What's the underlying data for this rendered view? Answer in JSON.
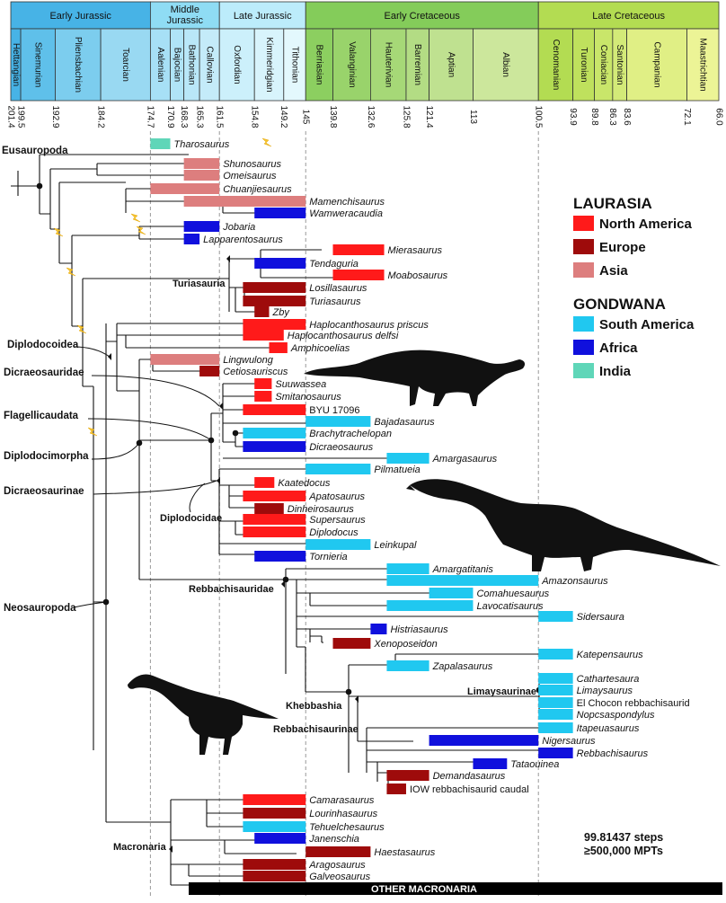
{
  "epochs": [
    {
      "name": "Early Jurassic",
      "start": 201.4,
      "end": 174.7,
      "color": "#47b3e6"
    },
    {
      "name": "Middle Jurassic",
      "start": 174.7,
      "end": 161.5,
      "color": "#8fdcf4"
    },
    {
      "name": "Late Jurassic",
      "start": 161.5,
      "end": 145,
      "color": "#bcecfb"
    },
    {
      "name": "Early Cretaceous",
      "start": 145,
      "end": 100.5,
      "color": "#84cc5a"
    },
    {
      "name": "Late Cretaceous",
      "start": 100.5,
      "end": 66.0,
      "color": "#b3dc52"
    }
  ],
  "stages": [
    {
      "name": "Hettangian",
      "start": 201.4,
      "end": 199.5,
      "color": "#47b3e6"
    },
    {
      "name": "Sinemurian",
      "start": 199.5,
      "end": 192.9,
      "color": "#5fc0ea"
    },
    {
      "name": "Pliensbachian",
      "start": 192.9,
      "end": 184.2,
      "color": "#7ccdee"
    },
    {
      "name": "Toarcian",
      "start": 184.2,
      "end": 174.7,
      "color": "#99d9f2"
    },
    {
      "name": "Aalenian",
      "start": 174.7,
      "end": 170.9,
      "color": "#a7e0f6"
    },
    {
      "name": "Bajocian",
      "start": 170.9,
      "end": 168.3,
      "color": "#b0e4f7"
    },
    {
      "name": "Bathonian",
      "start": 168.3,
      "end": 165.3,
      "color": "#b9e7f8"
    },
    {
      "name": "Callovian",
      "start": 165.3,
      "end": 161.5,
      "color": "#c4ebf9"
    },
    {
      "name": "Oxfordian",
      "start": 161.5,
      "end": 154.8,
      "color": "#ccf0fb"
    },
    {
      "name": "Kimmeridgian",
      "start": 154.8,
      "end": 149.2,
      "color": "#d8f4fc"
    },
    {
      "name": "Tithonian",
      "start": 149.2,
      "end": 145,
      "color": "#e3f8fd"
    },
    {
      "name": "Berriasian",
      "start": 145,
      "end": 139.8,
      "color": "#8ccf60"
    },
    {
      "name": "Valanginian",
      "start": 139.8,
      "end": 132.6,
      "color": "#99d36b"
    },
    {
      "name": "Hauterivian",
      "start": 132.6,
      "end": 125.8,
      "color": "#a6d877"
    },
    {
      "name": "Barremian",
      "start": 125.8,
      "end": 121.4,
      "color": "#b3dc84"
    },
    {
      "name": "Aptian",
      "start": 121.4,
      "end": 113,
      "color": "#bfe190"
    },
    {
      "name": "Albian",
      "start": 113,
      "end": 100.5,
      "color": "#cce79c"
    },
    {
      "name": "Cenomanian",
      "start": 100.5,
      "end": 93.9,
      "color": "#b3dc52"
    },
    {
      "name": "Turonian",
      "start": 93.9,
      "end": 89.8,
      "color": "#bfe15d"
    },
    {
      "name": "Coniacian",
      "start": 89.8,
      "end": 86.3,
      "color": "#c9e66a"
    },
    {
      "name": "Santonian",
      "start": 86.3,
      "end": 83.6,
      "color": "#d3ea78"
    },
    {
      "name": "Campanian",
      "start": 83.6,
      "end": 72.1,
      "color": "#e0ef85"
    },
    {
      "name": "Maastrichtian",
      "start": 72.1,
      "end": 66.0,
      "color": "#ecf496"
    }
  ],
  "tick_labels": [
    "201.4",
    "199.5",
    "192.9",
    "184.2",
    "174.7",
    "170.9",
    "168.3",
    "165.3",
    "161.5",
    "154.8",
    "149.2",
    "145",
    "139.8",
    "132.6",
    "125.8",
    "121.4",
    "113",
    "100.5",
    "93.9",
    "89.8",
    "86.3",
    "83.6",
    "72.1",
    "66.0"
  ],
  "dashed_boundaries": [
    174.7,
    161.5,
    145,
    100.5
  ],
  "region_colors": {
    "north_america": "#ff1a1a",
    "europe": "#9e0b0b",
    "asia": "#dd7e7e",
    "south_america": "#20c8f0",
    "africa": "#1010dd",
    "india": "#5fd6b8"
  },
  "taxa": [
    {
      "name": "Tharosaurus",
      "italic": true,
      "start": 174.7,
      "end": 170.9,
      "region": "india"
    },
    {
      "name": "Shunosaurus",
      "italic": true,
      "start": 168.3,
      "end": 161.5,
      "region": "asia"
    },
    {
      "name": "Omeisaurus",
      "italic": true,
      "start": 168.3,
      "end": 161.5,
      "region": "asia"
    },
    {
      "name": "Chuanjiesaurus",
      "italic": true,
      "start": 174.7,
      "end": 161.5,
      "region": "asia"
    },
    {
      "name": "Mamenchisaurus",
      "italic": true,
      "start": 168.3,
      "end": 145,
      "region": "asia"
    },
    {
      "name": "Wamweracaudia",
      "italic": true,
      "start": 154.8,
      "end": 145,
      "region": "africa"
    },
    {
      "name": "Jobaria",
      "italic": true,
      "start": 168.3,
      "end": 161.5,
      "region": "africa"
    },
    {
      "name": "Lapparentosaurus",
      "italic": true,
      "start": 168.3,
      "end": 165.3,
      "region": "africa"
    },
    {
      "name": "Mierasaurus",
      "italic": true,
      "start": 139.8,
      "end": 130.0,
      "region": "north_america"
    },
    {
      "name": "Tendaguria",
      "italic": true,
      "start": 154.8,
      "end": 145,
      "region": "africa"
    },
    {
      "name": "Moabosaurus",
      "italic": true,
      "start": 139.8,
      "end": 130.0,
      "region": "north_america"
    },
    {
      "name": "Losillasaurus",
      "italic": true,
      "start": 157.0,
      "end": 145,
      "region": "europe"
    },
    {
      "name": "Turiasaurus",
      "italic": true,
      "start": 157.0,
      "end": 145,
      "region": "europe"
    },
    {
      "name": "Zby",
      "italic": true,
      "start": 154.8,
      "end": 152.0,
      "region": "europe"
    },
    {
      "name": "Haplocanthosaurus priscus",
      "italic": true,
      "start": 157.0,
      "end": 145,
      "region": "north_america"
    },
    {
      "name": "Haplocanthosaurus delfsi",
      "italic": true,
      "start": 157.0,
      "end": 149.2,
      "region": "north_america"
    },
    {
      "name": "Amphicoelias",
      "italic": true,
      "start": 152.0,
      "end": 148.5,
      "region": "north_america"
    },
    {
      "name": "Lingwulong",
      "italic": true,
      "start": 174.7,
      "end": 161.5,
      "region": "asia"
    },
    {
      "name": "Cetiosauriscus",
      "italic": true,
      "start": 165.3,
      "end": 161.5,
      "region": "europe"
    },
    {
      "name": "Suuwassea",
      "italic": true,
      "start": 154.8,
      "end": 151.5,
      "region": "north_america"
    },
    {
      "name": "Smitanosaurus",
      "italic": true,
      "start": 154.8,
      "end": 151.5,
      "region": "north_america"
    },
    {
      "name": "BYU 17096",
      "italic": false,
      "start": 157.0,
      "end": 145,
      "region": "north_america"
    },
    {
      "name": "Bajadasaurus",
      "italic": true,
      "start": 145,
      "end": 132.6,
      "region": "south_america"
    },
    {
      "name": "Brachytrachelopan",
      "italic": true,
      "start": 157.0,
      "end": 145,
      "region": "south_america"
    },
    {
      "name": "Dicraeosaurus",
      "italic": true,
      "start": 157.0,
      "end": 145,
      "region": "africa"
    },
    {
      "name": "Amargasaurus",
      "italic": true,
      "start": 129.5,
      "end": 121.4,
      "region": "south_america"
    },
    {
      "name": "Pilmatueia",
      "italic": true,
      "start": 145,
      "end": 132.6,
      "region": "south_america"
    },
    {
      "name": "Kaatedocus",
      "italic": true,
      "start": 154.8,
      "end": 151.0,
      "region": "north_america"
    },
    {
      "name": "Apatosaurus",
      "italic": true,
      "start": 157.0,
      "end": 145,
      "region": "north_america"
    },
    {
      "name": "Dinheirosaurus",
      "italic": true,
      "start": 154.8,
      "end": 149.2,
      "region": "europe"
    },
    {
      "name": "Supersaurus",
      "italic": true,
      "start": 157.0,
      "end": 145,
      "region": "north_america"
    },
    {
      "name": "Diplodocus",
      "italic": true,
      "start": 157.0,
      "end": 145,
      "region": "north_america"
    },
    {
      "name": "Leinkupal",
      "italic": true,
      "start": 145,
      "end": 132.6,
      "region": "south_america"
    },
    {
      "name": "Tornieria",
      "italic": true,
      "start": 154.8,
      "end": 145,
      "region": "africa"
    },
    {
      "name": "Amargatitanis",
      "italic": true,
      "start": 129.5,
      "end": 121.4,
      "region": "south_america"
    },
    {
      "name": "Amazonsaurus",
      "italic": true,
      "start": 129.5,
      "end": 100.5,
      "region": "south_america"
    },
    {
      "name": "Comahuesaurus",
      "italic": true,
      "start": 121.4,
      "end": 113,
      "region": "south_america"
    },
    {
      "name": "Lavocatisaurus",
      "italic": true,
      "start": 129.5,
      "end": 113,
      "region": "south_america"
    },
    {
      "name": "Sidersaura",
      "italic": true,
      "start": 100.5,
      "end": 93.9,
      "region": "south_america"
    },
    {
      "name": "Histriasaurus",
      "italic": true,
      "start": 132.6,
      "end": 129.5,
      "region": "africa"
    },
    {
      "name": "Xenoposeidon",
      "italic": true,
      "start": 139.8,
      "end": 132.6,
      "region": "europe"
    },
    {
      "name": "Katepensaurus",
      "italic": true,
      "start": 100.5,
      "end": 93.9,
      "region": "south_america"
    },
    {
      "name": "Zapalasaurus",
      "italic": true,
      "start": 129.5,
      "end": 121.4,
      "region": "south_america"
    },
    {
      "name": "Cathartesaura",
      "italic": true,
      "start": 100.5,
      "end": 93.9,
      "region": "south_america"
    },
    {
      "name": "Limaysaurus",
      "italic": true,
      "start": 100.5,
      "end": 93.9,
      "region": "south_america"
    },
    {
      "name": "El Chocon rebbachisaurid",
      "italic": false,
      "start": 100.5,
      "end": 93.9,
      "region": "south_america"
    },
    {
      "name": "Nopcsaspondylus",
      "italic": true,
      "start": 100.5,
      "end": 93.9,
      "region": "south_america"
    },
    {
      "name": "Itapeuasaurus",
      "italic": true,
      "start": 100.5,
      "end": 93.9,
      "region": "south_america"
    },
    {
      "name": "Nigersaurus",
      "italic": true,
      "start": 121.4,
      "end": 100.5,
      "region": "africa"
    },
    {
      "name": "Rebbachisaurus",
      "italic": true,
      "start": 100.5,
      "end": 93.9,
      "region": "africa"
    },
    {
      "name": "Tataouinea",
      "italic": true,
      "start": 113,
      "end": 106.5,
      "region": "africa"
    },
    {
      "name": "Demandasaurus",
      "italic": true,
      "start": 129.5,
      "end": 121.4,
      "region": "europe"
    },
    {
      "name": "IOW rebbachisaurid caudal",
      "italic": false,
      "start": 129.5,
      "end": 125.8,
      "region": "europe"
    },
    {
      "name": "Camarasaurus",
      "italic": true,
      "start": 157.0,
      "end": 145,
      "region": "north_america"
    },
    {
      "name": "Lourinhasaurus",
      "italic": true,
      "start": 157.0,
      "end": 145,
      "region": "europe"
    },
    {
      "name": "Tehuelchesaurus",
      "italic": true,
      "start": 157.0,
      "end": 145,
      "region": "south_america"
    },
    {
      "name": "Janenschia",
      "italic": true,
      "start": 154.8,
      "end": 145,
      "region": "africa"
    },
    {
      "name": "Haestasaurus",
      "italic": true,
      "start": 145,
      "end": 132.6,
      "region": "europe"
    },
    {
      "name": "Aragosaurus",
      "italic": true,
      "start": 157.0,
      "end": 145,
      "region": "europe"
    },
    {
      "name": "Galveosaurus",
      "italic": true,
      "start": 157.0,
      "end": 145,
      "region": "europe"
    }
  ],
  "clade_labels": {
    "eusauropoda": "Eusauropoda",
    "turiasauria": "Turiasauria",
    "diplodocoidea": "Diplodocoidea",
    "dicraeosauridae": "Dicraeosauridae",
    "flagellicaudata": "Flagellicaudata",
    "diplodocimorpha": "Diplodocimorpha",
    "dicraeosaurinae": "Dicraeosaurinae",
    "diplodocidae": "Diplodocidae",
    "rebbachisauridae": "Rebbachisauridae",
    "neosauropoda": "Neosauropoda",
    "khebbashia": "Khebbashia",
    "limaysaurinae": "Limaysaurinae",
    "rebbachisaurinae": "Rebbachisaurinae",
    "macronaria": "Macronaria"
  },
  "legend": {
    "laurasia": "LAURASIA",
    "north_america": "North America",
    "europe": "Europe",
    "asia": "Asia",
    "gondwana": "GONDWANA",
    "south_america": "South America",
    "africa": "Africa",
    "india": "India"
  },
  "stats": {
    "steps": "99.81437 steps",
    "mpts": "≥500,000 MPTs"
  },
  "other_macronaria": "OTHER MACRONARIA"
}
